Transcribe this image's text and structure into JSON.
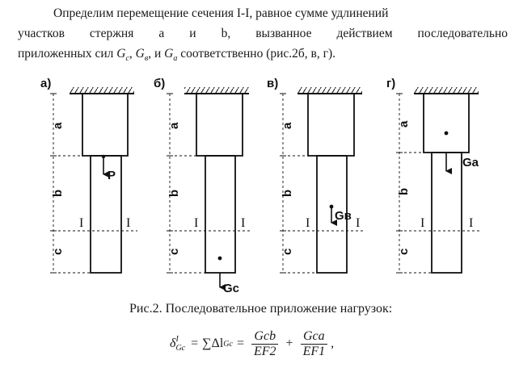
{
  "text": {
    "line1": "Определим перемещение сечения I-I, равное сумме удлинений",
    "line2": "участков стержня  a  и  b,  вызванное действием последовательно",
    "line3_pre": "приложенных сил ",
    "line3_post": " соответственно (рис.2б, в, г)."
  },
  "forces": {
    "c": {
      "sym": "G",
      "sub": "с"
    },
    "b": {
      "sym": "G",
      "sub": "в"
    },
    "a": {
      "sym": "G",
      "sub": "a"
    },
    "sep1": ", ",
    "sep2": ", и "
  },
  "figures": [
    {
      "label": "а)",
      "force": "P"
    },
    {
      "label": "б)",
      "force": "Gc"
    },
    {
      "label": "в)",
      "force": "Gв"
    },
    {
      "label": "г)",
      "force": "Ga"
    }
  ],
  "dims": {
    "a": "a",
    "b": "b",
    "c": "c"
  },
  "section_mark": "I",
  "caption": "Рис.2. Последовательное приложение нагрузок:",
  "formula": {
    "lhs": "δ",
    "lhs_sup": "I",
    "lhs_sub": "Gc",
    "eq": "=",
    "sum": "∑Δl",
    "sum_sub": "Gc",
    "frac1_num": "Gcb",
    "frac1_den": "EF2",
    "plus": "+",
    "frac2_num": "Gca",
    "frac2_den": "EF1",
    "end": ","
  }
}
